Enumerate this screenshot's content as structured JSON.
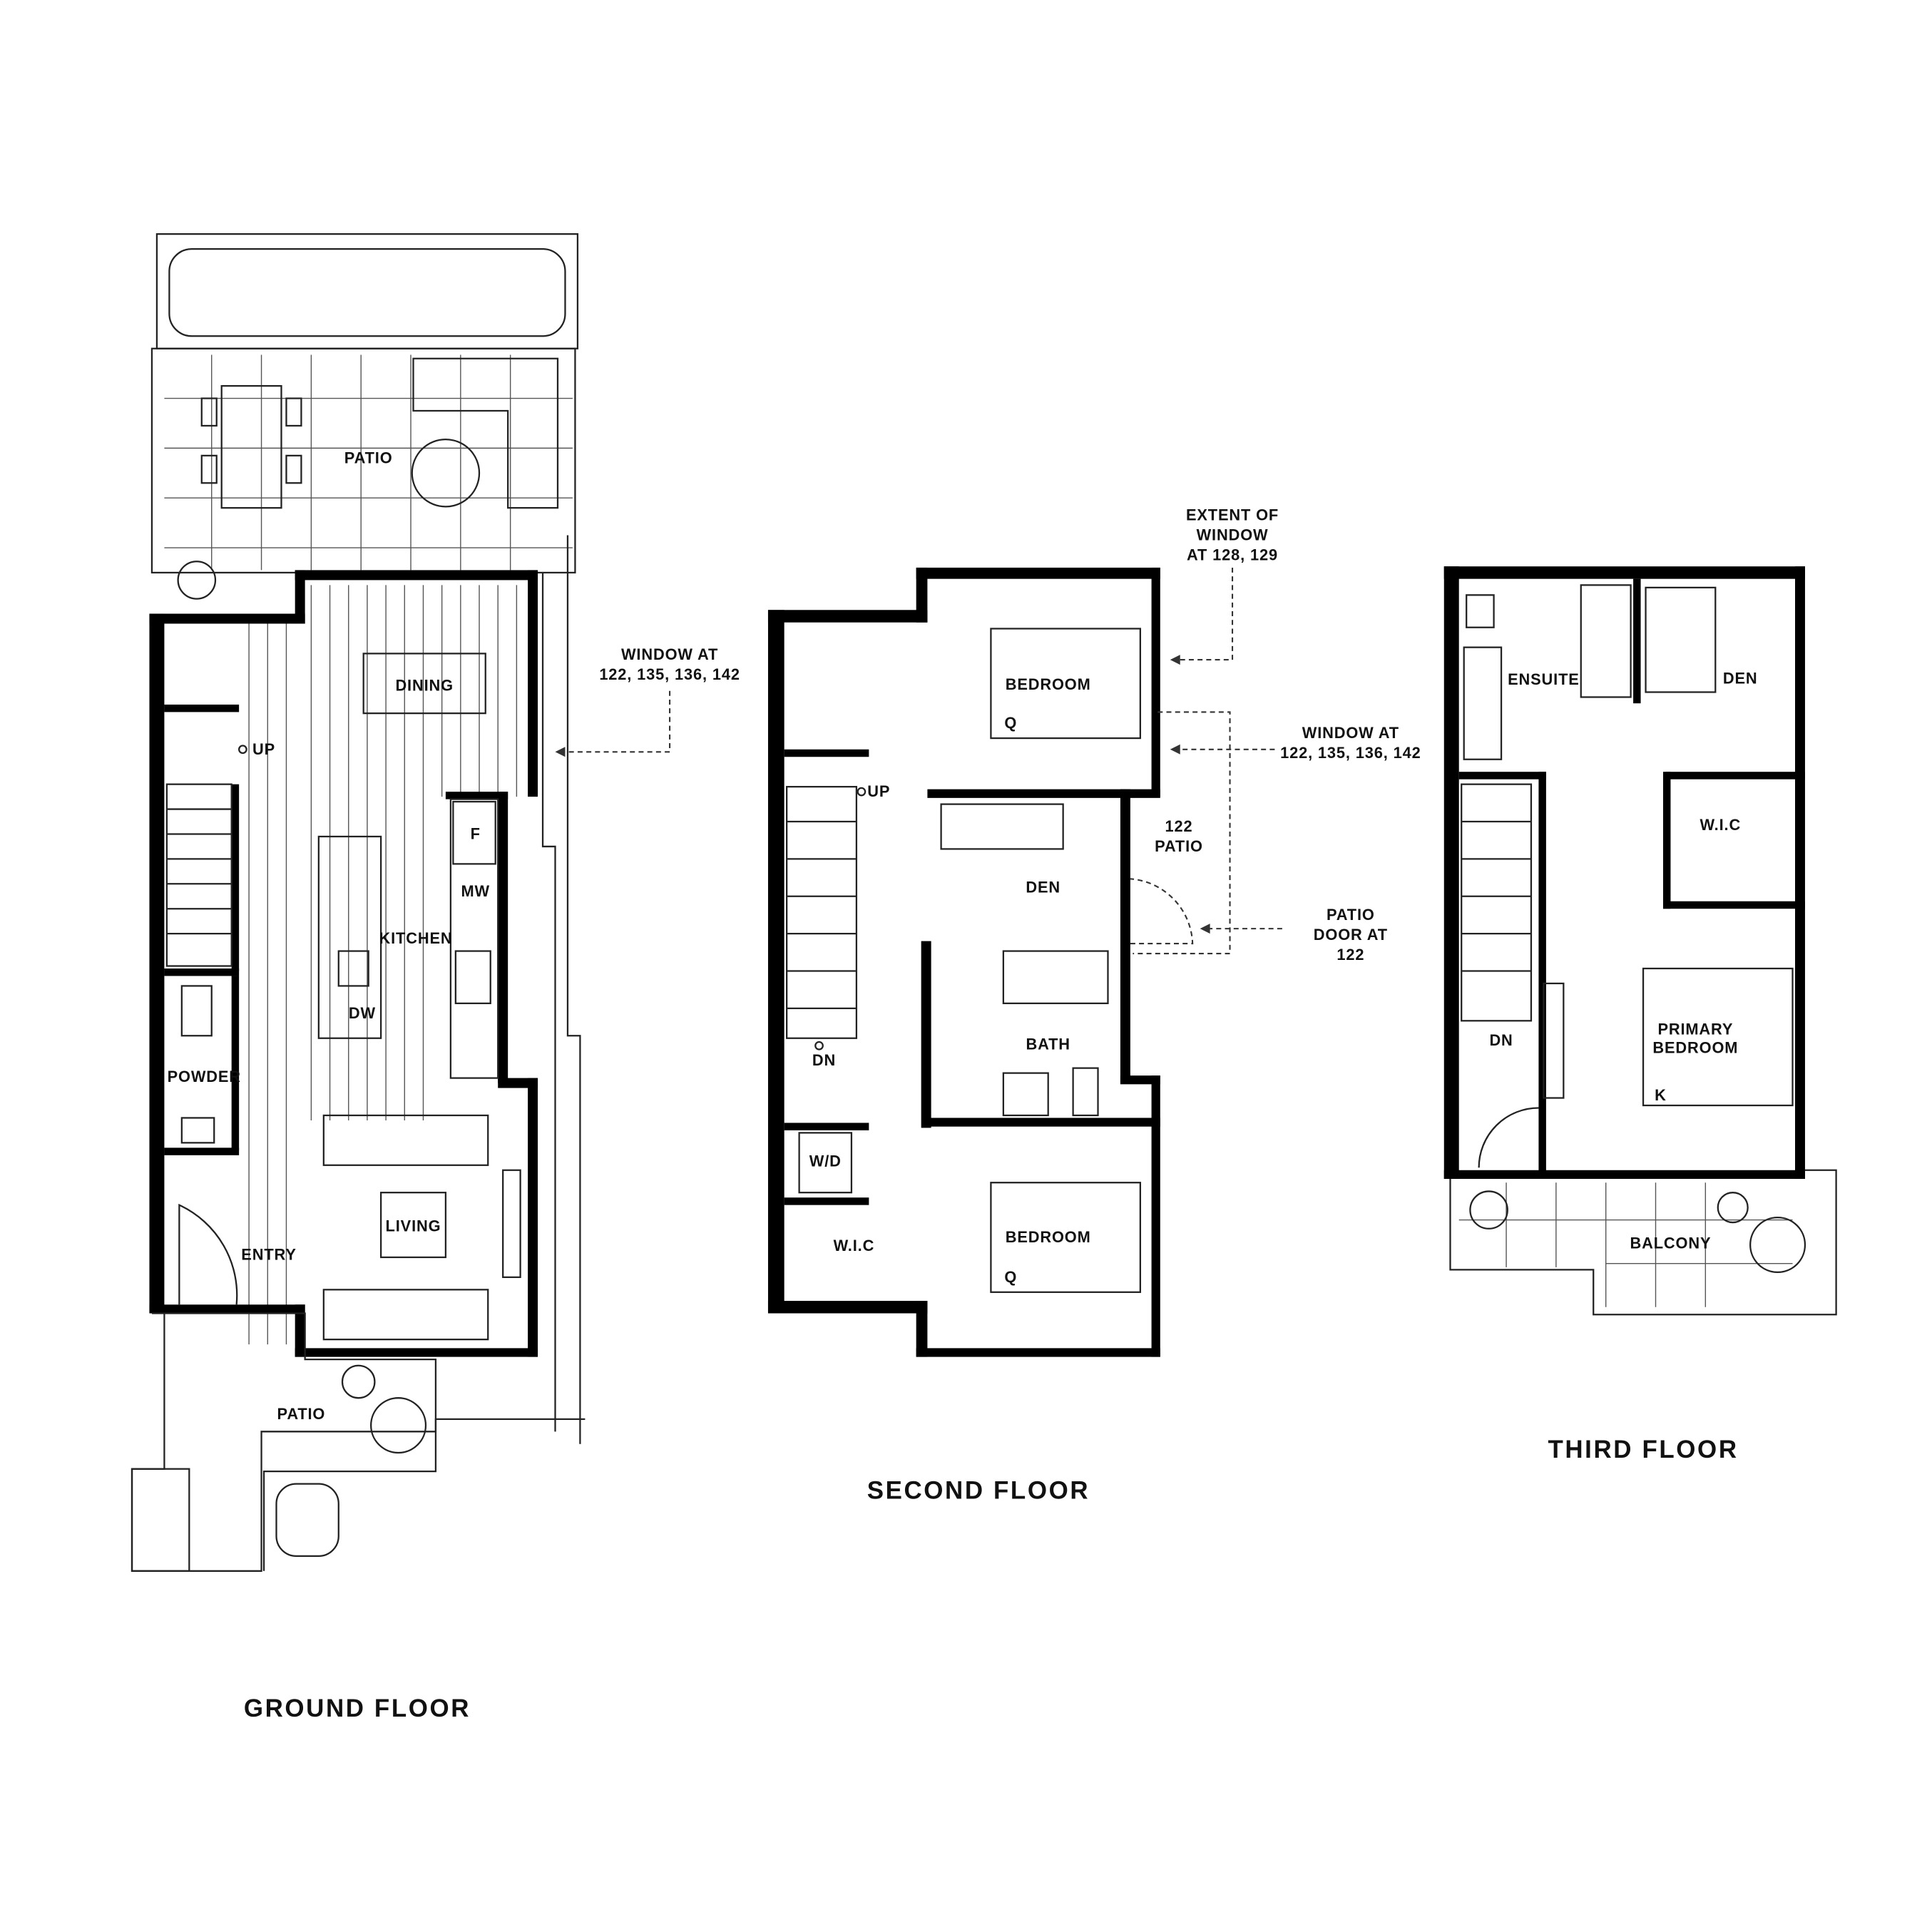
{
  "floors": {
    "ground": {
      "title": "GROUND FLOOR",
      "rooms": {
        "patio_rear": "PATIO",
        "dining": "DINING",
        "up": "UP",
        "f": "F",
        "mw": "MW",
        "kitchen": "KITCHEN",
        "dw": "DW",
        "powder": "POWDER",
        "living": "LIVING",
        "entry": "ENTRY",
        "patio_front": "PATIO"
      },
      "callout": {
        "line1": "WINDOW AT",
        "line2": "122, 135, 136, 142"
      }
    },
    "second": {
      "title": "SECOND FLOOR",
      "rooms": {
        "bedroom_top": "BEDROOM",
        "bed_top_size": "Q",
        "up": "UP",
        "den": "DEN",
        "patio122_1": "122",
        "patio122_2": "PATIO",
        "bath": "BATH",
        "dn": "DN",
        "wd": "W/D",
        "wic": "W.I.C",
        "bedroom_bottom": "BEDROOM",
        "bed_bottom_size": "Q"
      },
      "callouts": {
        "extent": {
          "line1": "EXTENT OF",
          "line2": "WINDOW",
          "line3": "AT 128, 129"
        },
        "window": {
          "line1": "WINDOW AT",
          "line2": "122, 135, 136, 142"
        },
        "door": {
          "line1": "PATIO",
          "line2": "DOOR AT",
          "line3": "122"
        }
      }
    },
    "third": {
      "title": "THIRD FLOOR",
      "rooms": {
        "ensuite": "ENSUITE",
        "den": "DEN",
        "wic": "W.I.C",
        "dn": "DN",
        "primary1": "PRIMARY",
        "primary2": "BEDROOM",
        "bed_size": "K",
        "balcony": "BALCONY"
      }
    }
  }
}
